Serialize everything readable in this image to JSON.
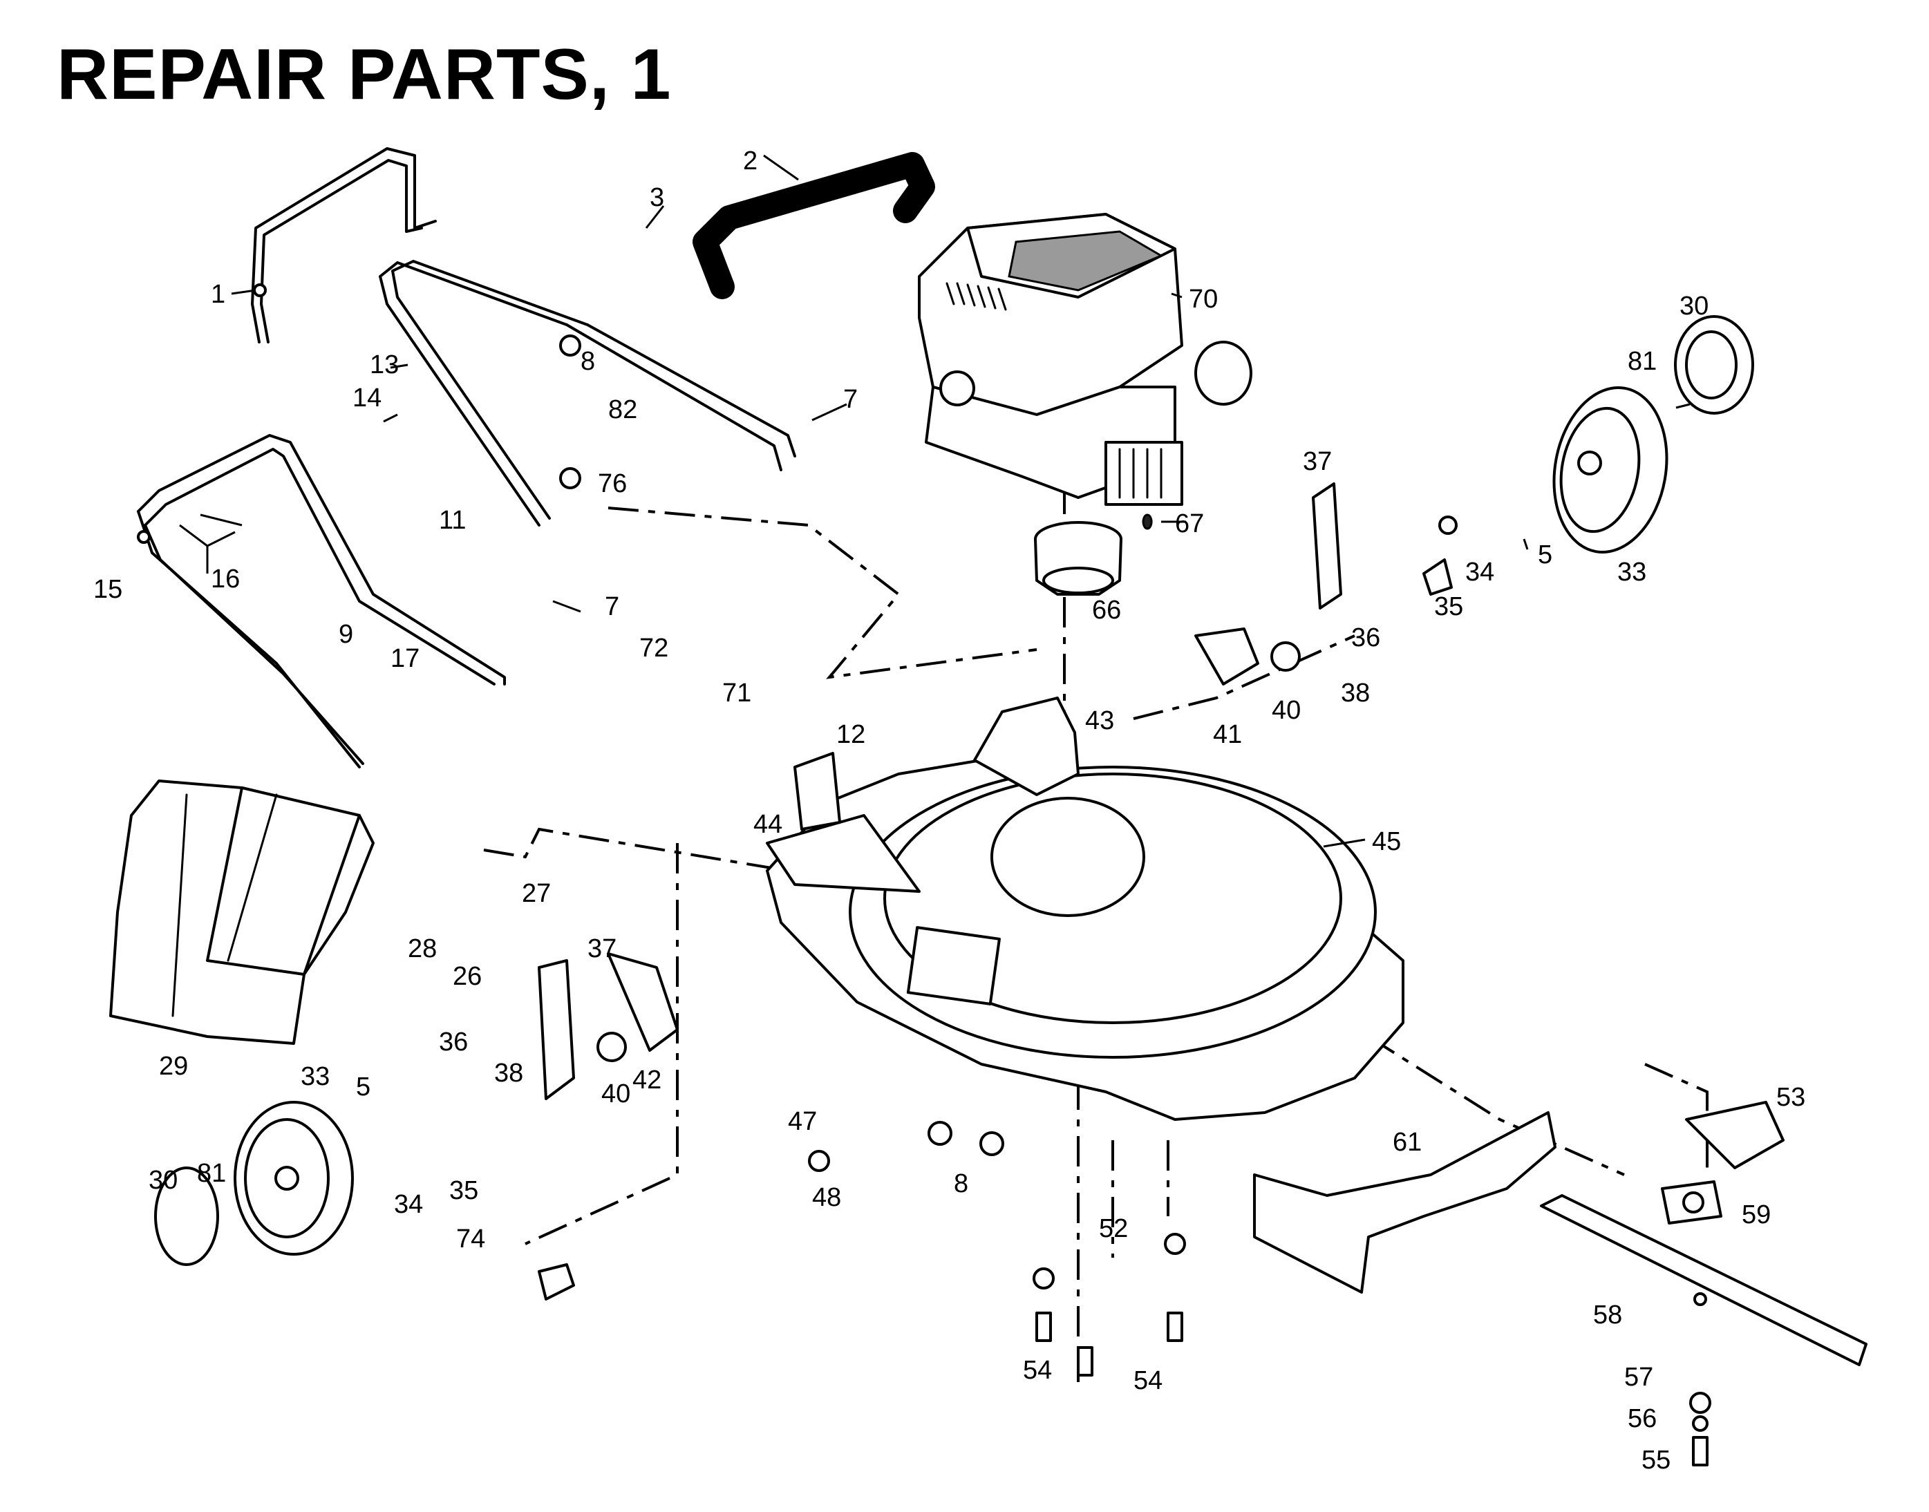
{
  "title": "REPAIR PARTS, 1",
  "callouts": {
    "c1": "1",
    "c2": "2",
    "c3": "3",
    "c5a": "5",
    "c5b": "5",
    "c7a": "7",
    "c7b": "7",
    "c8a": "8",
    "c8b": "8",
    "c9": "9",
    "c11": "11",
    "c12": "12",
    "c13": "13",
    "c14": "14",
    "c15": "15",
    "c16": "16",
    "c17": "17",
    "c26": "26",
    "c27": "27",
    "c28": "28",
    "c29": "29",
    "c30a": "30",
    "c30b": "30",
    "c33a": "33",
    "c33b": "33",
    "c34a": "34",
    "c34b": "34",
    "c35a": "35",
    "c35b": "35",
    "c36a": "36",
    "c36b": "36",
    "c37a": "37",
    "c37b": "37",
    "c38a": "38",
    "c38b": "38",
    "c40a": "40",
    "c40b": "40",
    "c41": "41",
    "c42": "42",
    "c43": "43",
    "c44": "44",
    "c45": "45",
    "c47": "47",
    "c48": "48",
    "c52": "52",
    "c53": "53",
    "c54a": "54",
    "c54b": "54",
    "c55": "55",
    "c56": "56",
    "c57": "57",
    "c58": "58",
    "c59": "59",
    "c61": "61",
    "c66": "66",
    "c67": "67",
    "c70": "70",
    "c71": "71",
    "c72": "72",
    "c74": "74",
    "c76": "76",
    "c81a": "81",
    "c81b": "81",
    "c82": "82"
  }
}
